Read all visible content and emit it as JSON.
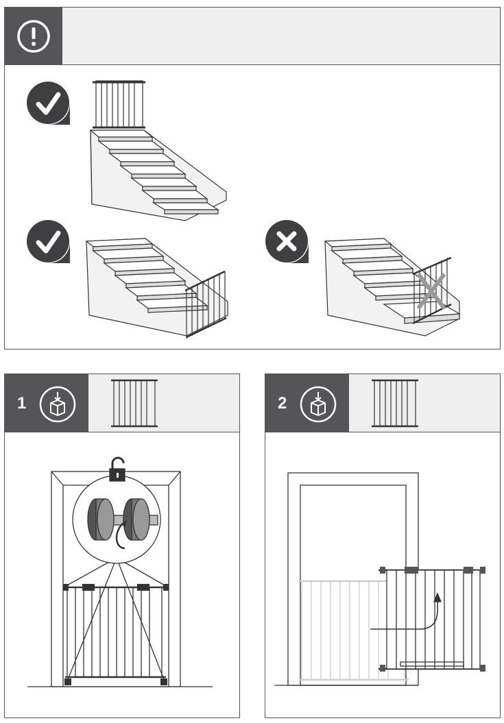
{
  "warning_panel": {
    "icon": "exclamation-icon",
    "scenes": [
      {
        "verdict": "correct",
        "icon": "check-icon"
      },
      {
        "verdict": "correct",
        "icon": "check-icon"
      },
      {
        "verdict": "incorrect",
        "icon": "cross-icon"
      }
    ]
  },
  "steps": [
    {
      "number": "1",
      "icon": "box-icon"
    },
    {
      "number": "2",
      "icon": "box-icon"
    }
  ],
  "colors": {
    "header_dark": "#555558",
    "header_light": "#efefef",
    "line": "#333333",
    "badge": "#3f3f42"
  }
}
